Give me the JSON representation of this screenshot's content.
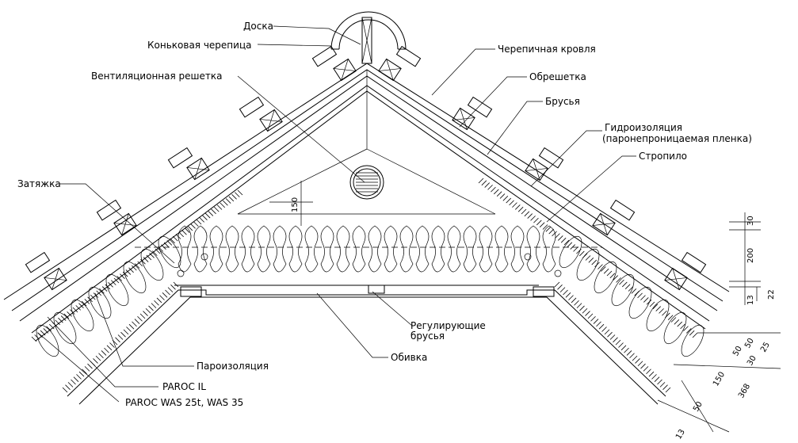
{
  "labels": {
    "doska": "Доска",
    "konkovaya": "Коньковая черепица",
    "ventilyatsionnaya": "Вентиляционная решетка",
    "zatyazhka": "Затяжка",
    "parizolyatsiya": "Пароизоляция",
    "paroc_il": "PAROC IL",
    "paroc_was": "PAROC WAS 25t, WAS 35",
    "cherepichnaya": "Черепичная кровля",
    "obreshetka": "Обрешетка",
    "brusya": "Брусья",
    "gidro1": "Гидроизоляция",
    "gidro2": "(паронепроницаемая пленка)",
    "stropilo": "Стропило",
    "reg1": "Регулирующие",
    "reg2": "брусья",
    "obivka": "Обивка"
  },
  "dims": {
    "d150_top": "150",
    "d30": "30",
    "d200": "200",
    "d13": "13",
    "d22": "22",
    "d50a": "50",
    "d50b": "50",
    "d30b": "30",
    "d25": "25",
    "d150_b": "150",
    "d368": "368",
    "d50c": "50",
    "d13b": "13"
  },
  "colors": {
    "ink": "#000000",
    "paper": "#ffffff"
  }
}
